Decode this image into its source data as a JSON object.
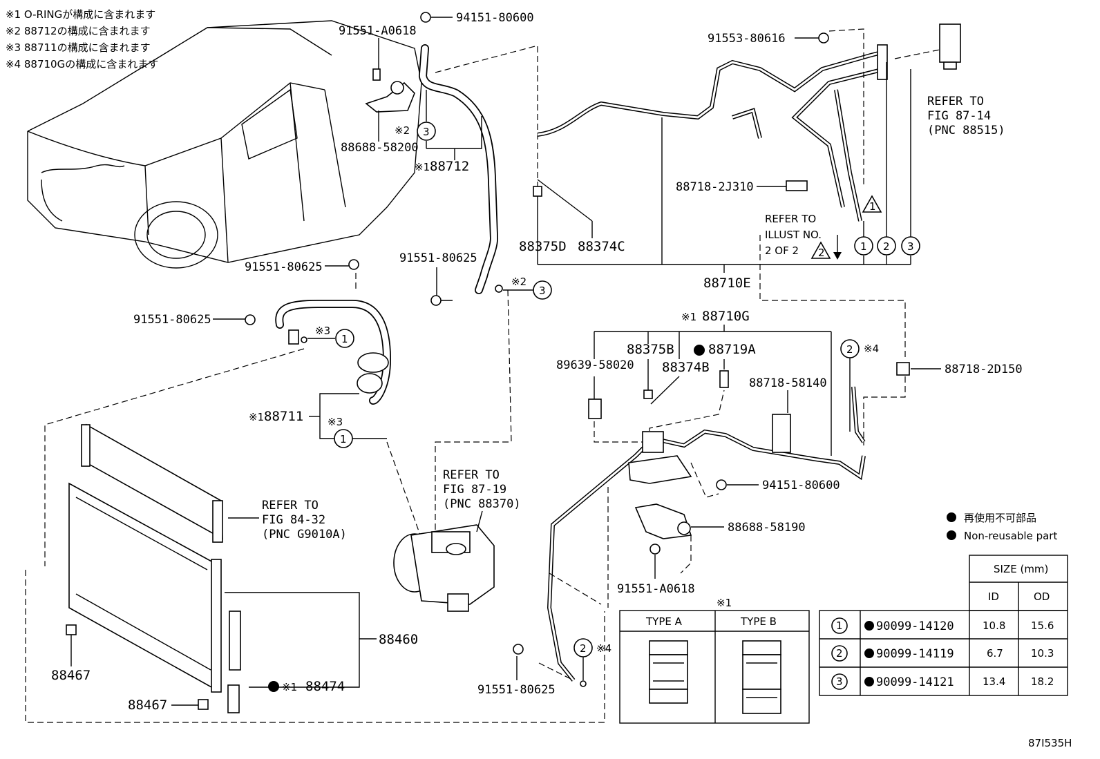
{
  "notes": [
    "※1 O-RINGが構成に含まれます",
    "※2 88712の構成に含まれます",
    "※3 88711の構成に含まれます",
    "※4 88710Gの構成に含まれます"
  ],
  "parts": {
    "p94151_80600_top": "94151-80600",
    "p91551_A0618_top": "91551-A0618",
    "p88688_58200": "88688-58200",
    "p88712": "88712",
    "p91553_80616": "91553-80616",
    "p88718_2J310": "88718-2J310",
    "p88375D": "88375D",
    "p88374C": "88374C",
    "p88710E": "88710E",
    "p91551_80625_a": "91551-80625",
    "p91551_80625_b": "91551-80625",
    "p91551_80625_c": "91551-80625",
    "p91551_80625_d": "91551-80625",
    "p88711": "88711",
    "p88710G": "88710G",
    "p88375B": "88375B",
    "p88719A": "88719A",
    "p89639_58020": "89639-58020",
    "p88374B": "88374B",
    "p88718_58140": "88718-58140",
    "p88718_2D150": "88718-2D150",
    "p94151_80600_b": "94151-80600",
    "p88688_58190": "88688-58190",
    "p91551_A0618_b": "91551-A0618",
    "p88460": "88460",
    "p88467_a": "88467",
    "p88467_b": "88467",
    "p88474": "88474"
  },
  "marks": {
    "m1": "※1",
    "m2": "※2",
    "m3": "※3",
    "m4": "※4"
  },
  "refers": {
    "r1": [
      "REFER TO",
      "FIG 87-14",
      "(PNC 88515)"
    ],
    "r2": [
      "REFER TO",
      "ILLUST NO.",
      "2 OF 2"
    ],
    "r3": [
      "REFER TO",
      "FIG 87-19",
      "(PNC 88370)"
    ],
    "r4": [
      "REFER TO",
      "FIG 84-32",
      "(PNC G9010A)"
    ]
  },
  "legend": {
    "non_reusable_jp": "再使用不可部品",
    "non_reusable_en": "Non-reusable part"
  },
  "type_table": {
    "header_mark": "※1",
    "type_a": "TYPE A",
    "type_b": "TYPE B"
  },
  "oring_table": {
    "size_header": "SIZE (mm)",
    "id_header": "ID",
    "od_header": "OD",
    "rows": [
      {
        "no": "1",
        "part": "90099-14120",
        "id": "10.8",
        "od": "15.6"
      },
      {
        "no": "2",
        "part": "90099-14119",
        "id": "6.7",
        "od": "10.3"
      },
      {
        "no": "3",
        "part": "90099-14121",
        "id": "13.4",
        "od": "18.2"
      }
    ]
  },
  "callouts": {
    "c1": "1",
    "c2": "2",
    "c3": "3",
    "t1": "1",
    "t2": "2"
  },
  "figure_code": "87I535H"
}
